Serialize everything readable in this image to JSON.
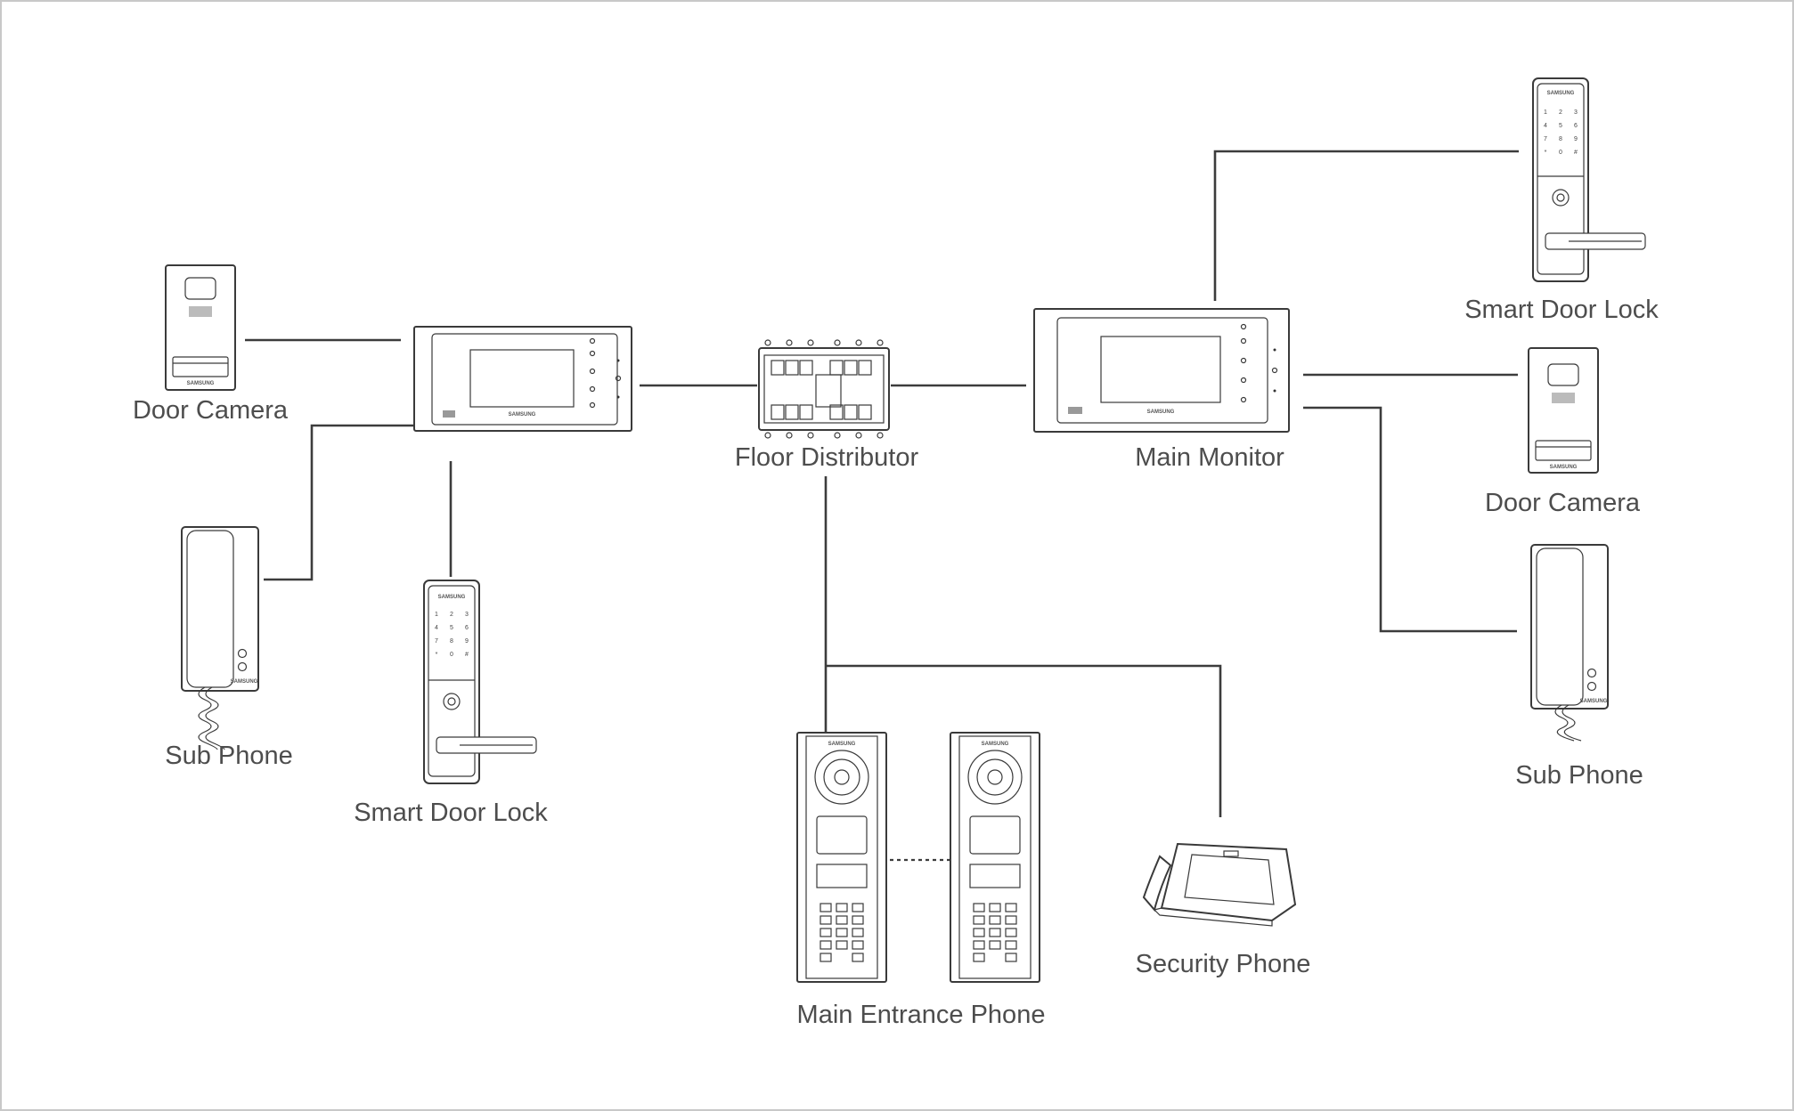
{
  "diagram": {
    "labels": {
      "door_camera_left": "Door Camera",
      "sub_phone_left": "Sub Phone",
      "smart_door_lock_left": "Smart Door Lock",
      "floor_distributor": "Floor Distributor",
      "main_monitor": "Main Monitor",
      "smart_door_lock_right": "Smart Door Lock",
      "door_camera_right": "Door Camera",
      "sub_phone_right": "Sub Phone",
      "main_entrance_phone": "Main Entrance Phone",
      "security_phone": "Security Phone"
    },
    "brand": "SAMSUNG",
    "keypad": [
      "1",
      "2",
      "3",
      "4",
      "5",
      "6",
      "7",
      "8",
      "9",
      "*",
      "0",
      "#"
    ]
  },
  "colors": {
    "line": "#3c3c3c",
    "label": "#4d4d4d",
    "border": "#c8c8c8"
  }
}
